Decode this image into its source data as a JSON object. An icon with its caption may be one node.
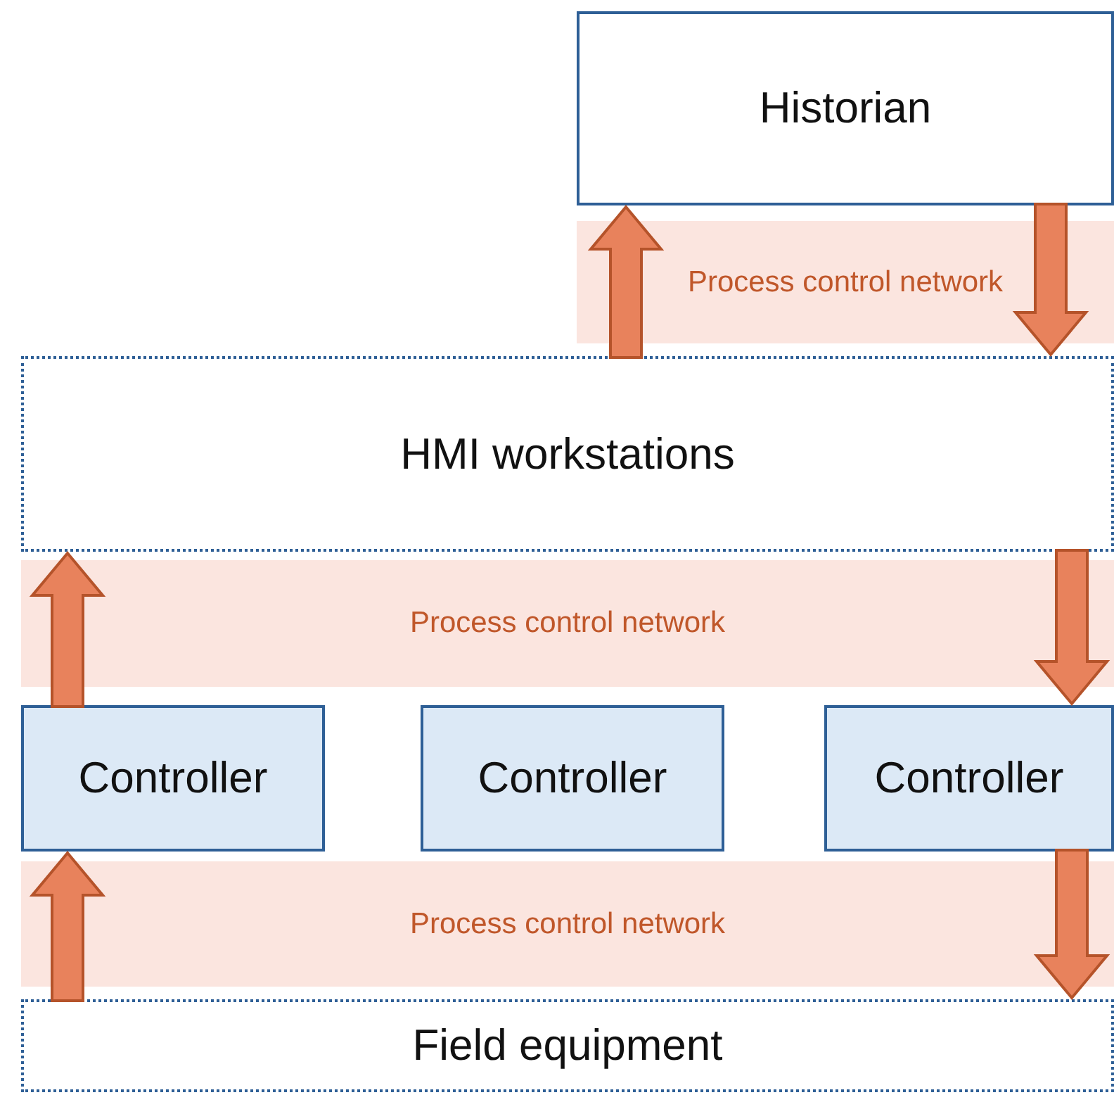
{
  "diagram": {
    "nodes": [
      {
        "text": [
          "Historian"
        ]
      },
      {
        "text": [
          "Process control network"
        ]
      },
      {
        "text": [
          "HMI workstations"
        ]
      },
      {
        "text": [
          "Process control network"
        ]
      },
      {
        "text": [
          "Controller"
        ]
      },
      {
        "text": [
          "Controller"
        ]
      },
      {
        "text": [
          "Controller"
        ]
      },
      {
        "text": [
          "Process control network"
        ]
      },
      {
        "text": [
          "Field equipment"
        ]
      }
    ],
    "edges": [
      {
        "from": 2,
        "to": 0,
        "arrow": "to"
      },
      {
        "from": 0,
        "to": 2,
        "arrow": "to"
      },
      {
        "from": 4,
        "to": 2,
        "arrow": "to"
      },
      {
        "from": 2,
        "to": 6,
        "arrow": "to"
      },
      {
        "from": 8,
        "to": 4,
        "arrow": "to"
      },
      {
        "from": 6,
        "to": 8,
        "arrow": "to"
      }
    ]
  }
}
